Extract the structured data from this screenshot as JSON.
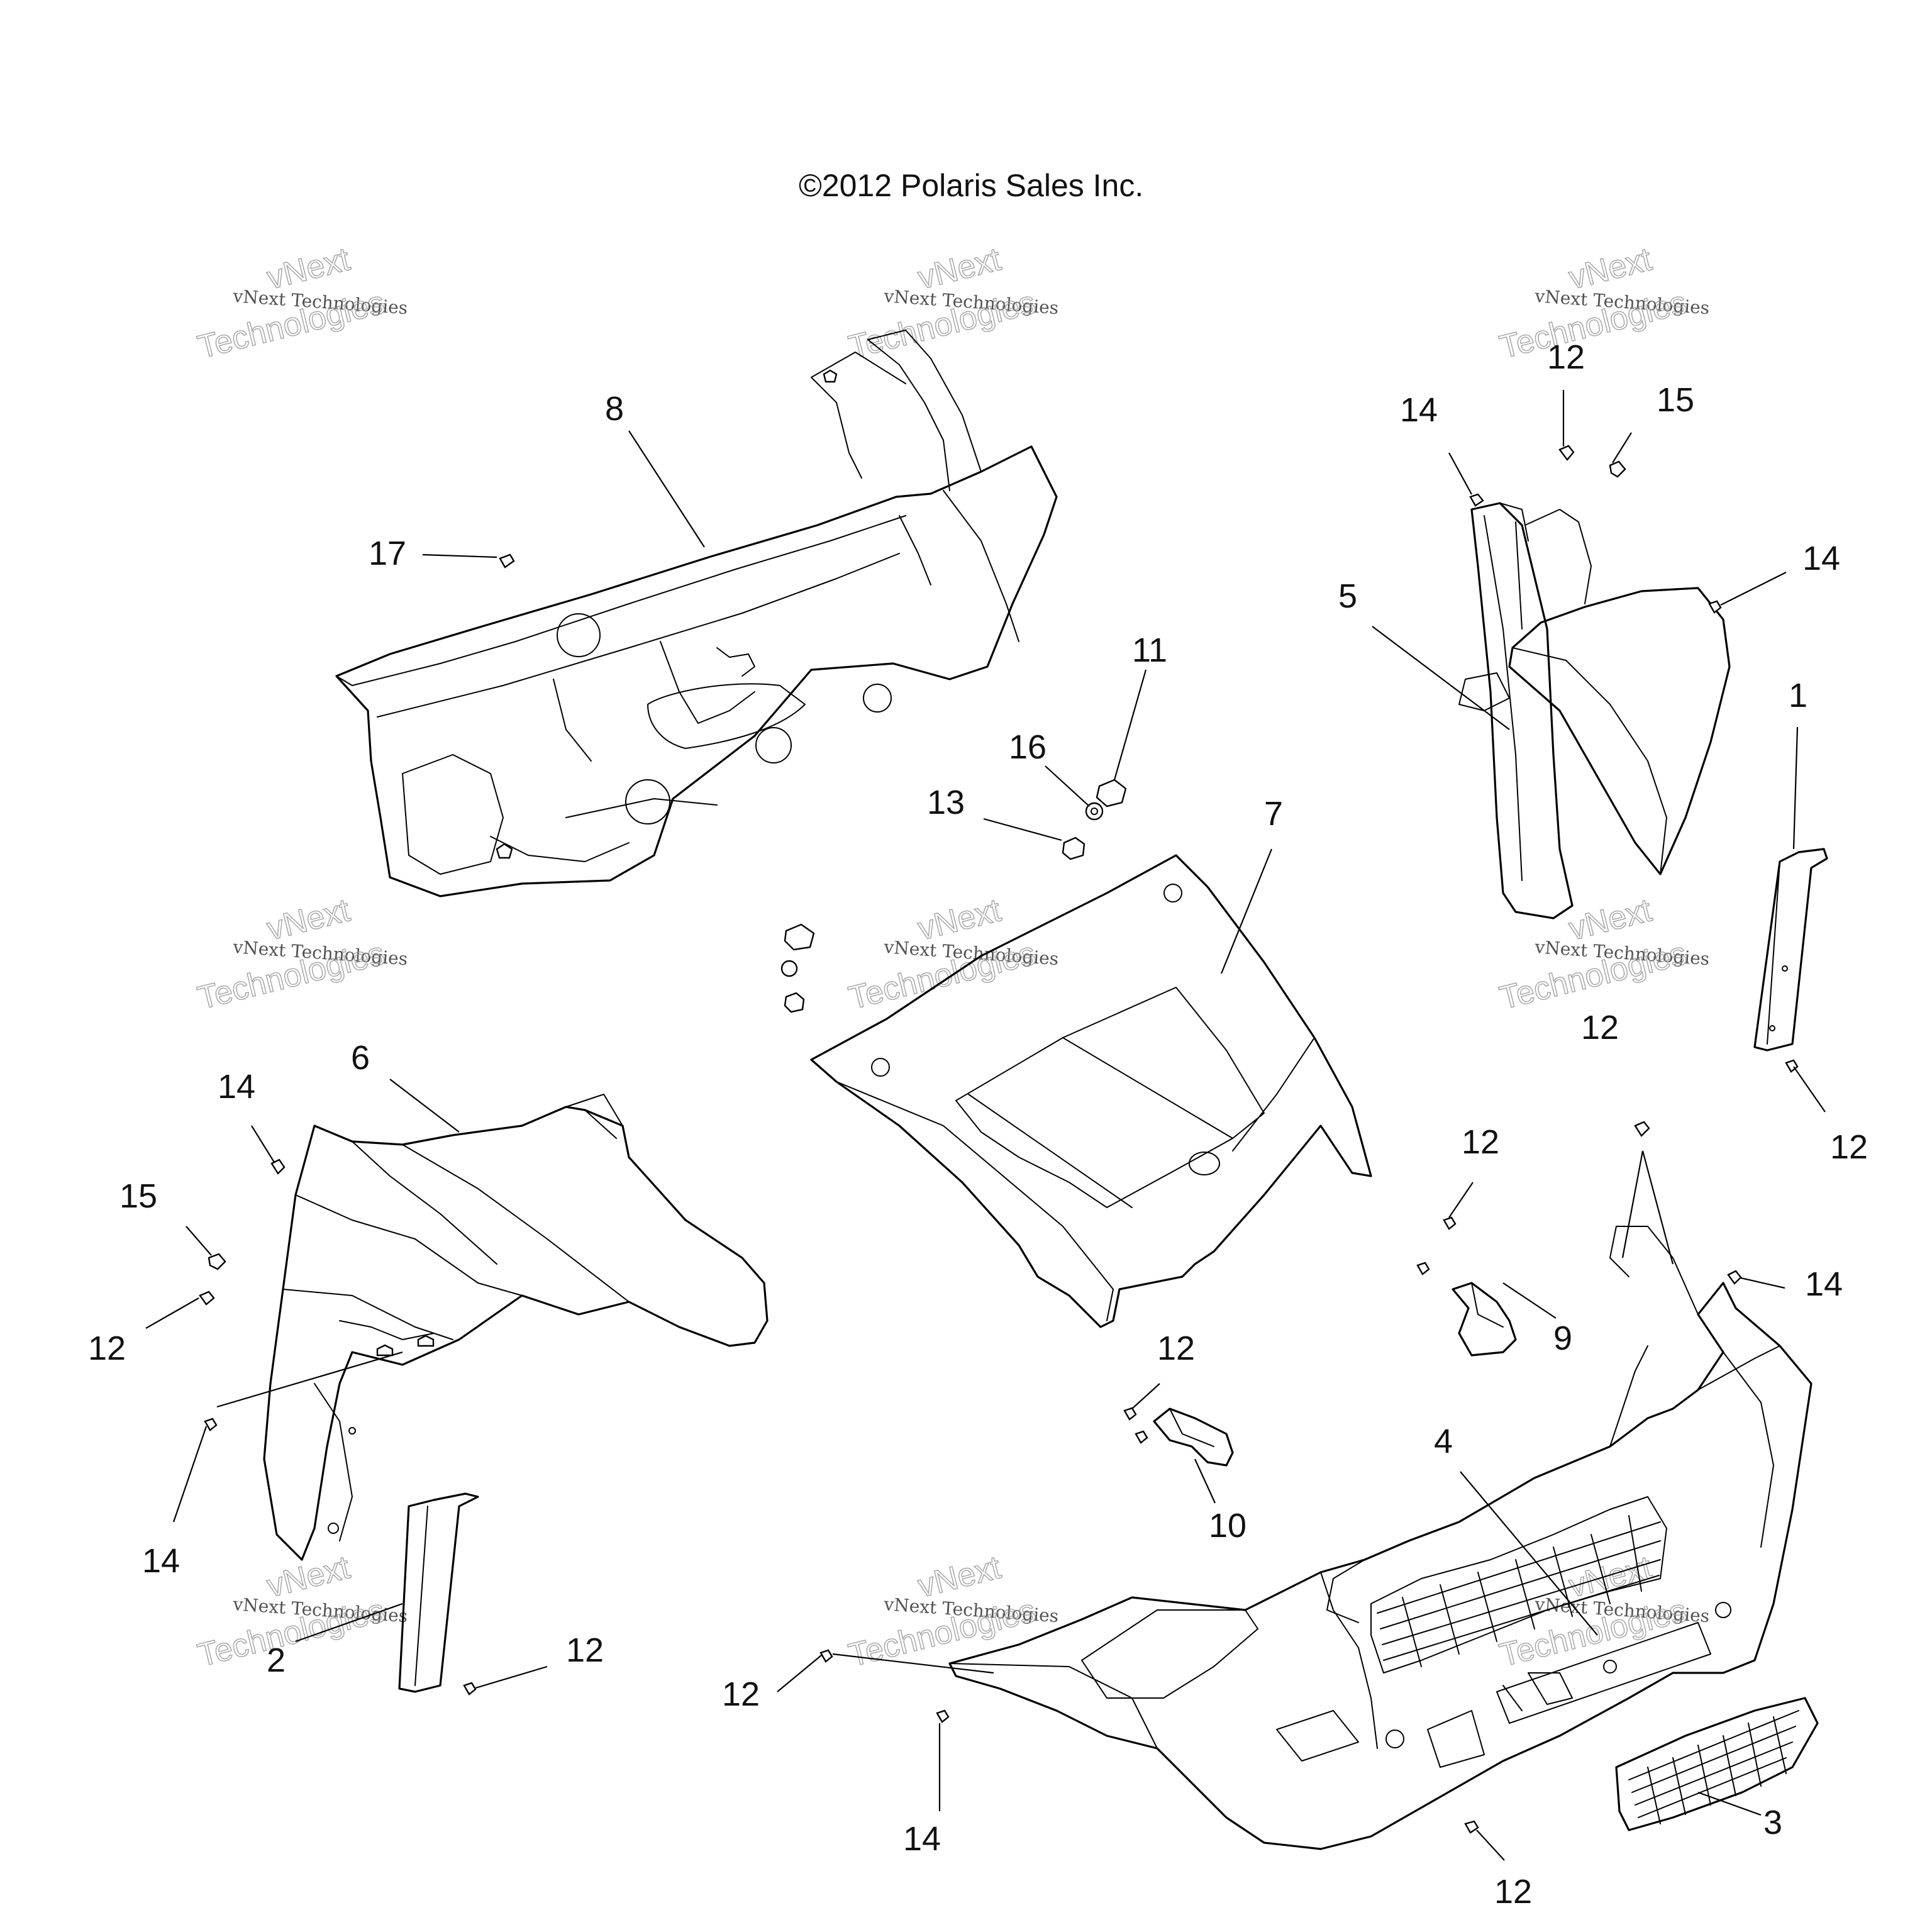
{
  "copyright": "©2012 Polaris Sales Inc.",
  "watermark": {
    "line_small": "vNext Technologies",
    "line_big_top": "vNext",
    "line_big_bottom": "Technologies"
  },
  "callouts": {
    "c1": "1",
    "c2": "2",
    "c3": "3",
    "c4": "4",
    "c5": "5",
    "c6": "6",
    "c7": "7",
    "c8": "8",
    "c9": "9",
    "c10": "10",
    "c11": "11",
    "c12": "12",
    "c13": "13",
    "c14": "14",
    "c15": "15",
    "c16": "16",
    "c17": "17"
  },
  "colors": {
    "line": "#000000",
    "background": "#ffffff",
    "watermark": "#999999"
  }
}
